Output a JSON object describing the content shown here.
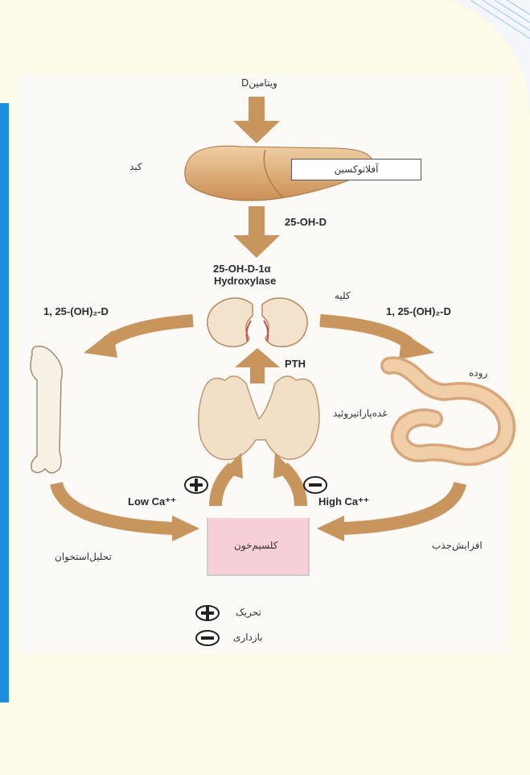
{
  "labels": {
    "vitamin_d": "ویتامینD",
    "liver": "کبد",
    "aflatoxin": "آفلاتوکسین",
    "ohd": "25-OH-D",
    "hydroxylase_line1": "25-OH-D-1α",
    "hydroxylase_line2": "Hydroxylase",
    "kidney": "کلیه",
    "calcitriol_left": "1, 25-(OH)₂-D",
    "calcitriol_right": "1, 25-(OH)₂-D",
    "intestine": "روده",
    "pth": "PTH",
    "parathyroid": "غده‌پاراتیروئید",
    "low_ca": "Low Ca⁺⁺",
    "high_ca": "High Ca⁺⁺",
    "blood_calcium": "کلسیم‌خون",
    "bone_resorption": "تحلیل‌استخوان",
    "absorption_increase": "افزایش‌جذب"
  },
  "legend": {
    "stimulation": "تحریک",
    "inhibition": "بازداری"
  },
  "colors": {
    "arrow": "#c8955c",
    "organ": "#e6bd8c",
    "bone": "#f6f1e4",
    "blood": "#f6d0d6",
    "accent_blue": "#1a8fe0"
  }
}
